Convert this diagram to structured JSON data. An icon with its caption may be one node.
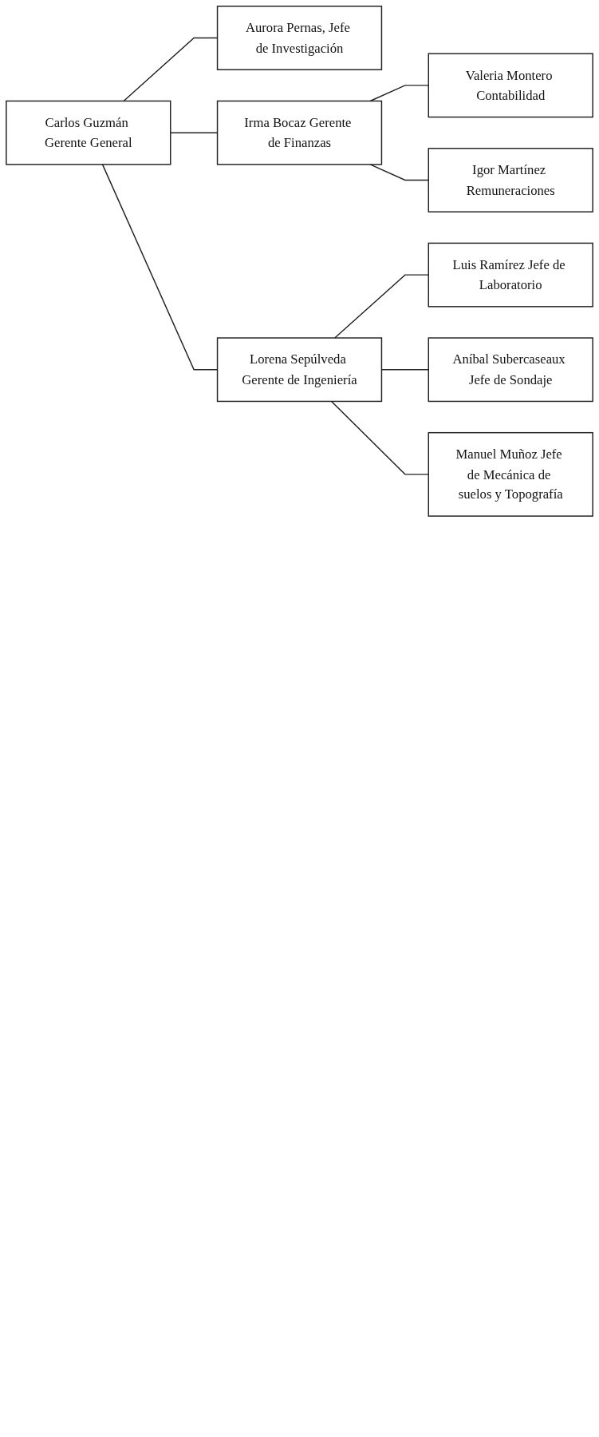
{
  "diagram": {
    "nodes": [
      {
        "text": [
          "Carlos Guzmán Gerente General"
        ]
      },
      {
        "text": [
          "Irma Bocaz Gerente de Finanzas"
        ]
      },
      {
        "text": [
          "Lorena Sepúlveda Gerente de Ingeniería"
        ]
      },
      {
        "text": [
          "Aurora Pernas, Jefe de Investigación"
        ]
      },
      {
        "text": [
          "Valeria Montero Contabilidad"
        ]
      },
      {
        "text": [
          "Igor Martínez Remuneraciones"
        ]
      },
      {
        "text": [
          "Luis Ramírez Jefe de Laboratorio"
        ]
      },
      {
        "text": [
          "Aníbal Subercaseaux Jefe de Sondaje"
        ]
      },
      {
        "text": [
          "Manuel Muñoz Jefe de Mecánica de suelos y Topografía"
        ]
      }
    ],
    "edges": [
      {
        "from": 0,
        "to": 1,
        "arrow": "none"
      },
      {
        "from": 0,
        "to": 2,
        "arrow": "none"
      },
      {
        "from": 0,
        "to": 3,
        "arrow": "none"
      },
      {
        "from": 1,
        "to": 4,
        "arrow": "none"
      },
      {
        "from": 1,
        "to": 5,
        "arrow": "none"
      },
      {
        "from": 2,
        "to": 6,
        "arrow": "none"
      },
      {
        "from": 2,
        "to": 7,
        "arrow": "none"
      },
      {
        "from": 2,
        "to": 8,
        "arrow": "none"
      }
    ]
  }
}
